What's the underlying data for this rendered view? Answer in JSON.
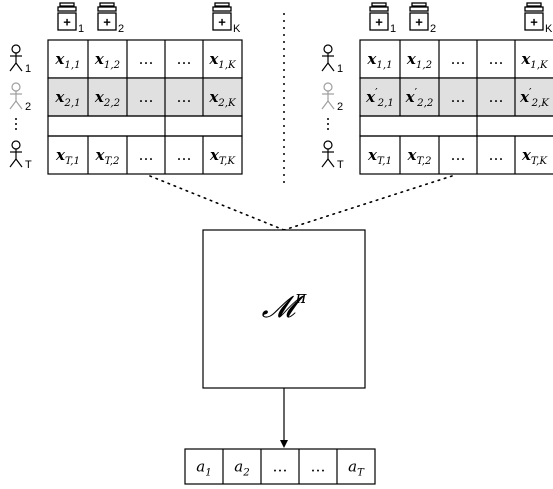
{
  "colors": {
    "line": "#000000",
    "highlight_fill": "#e0e0e0",
    "dimmed_person": "#9e9e9e"
  },
  "left_table": {
    "arms": [
      {
        "icon": "pill-bottle-icon",
        "sub": "1"
      },
      {
        "icon": "pill-bottle-icon",
        "sub": "2"
      },
      {
        "icon": "pill-bottle-icon",
        "sub": "K"
      }
    ],
    "people": [
      {
        "icon": "person-icon",
        "sub": "1",
        "dimmed": false
      },
      {
        "icon": "person-icon",
        "sub": "2",
        "dimmed": true
      },
      {
        "icon": "person-icon",
        "sub": "T",
        "dimmed": false
      }
    ],
    "rows": [
      {
        "highlight": false,
        "cells": [
          {
            "b": "x",
            "s": "1,1",
            "p": false
          },
          {
            "b": "x",
            "s": "1,2",
            "p": false
          },
          {
            "b": "…"
          },
          {
            "b": "…"
          },
          {
            "b": "x",
            "s": "1,K",
            "p": false
          }
        ]
      },
      {
        "highlight": true,
        "cells": [
          {
            "b": "x",
            "s": "2,1",
            "p": false
          },
          {
            "b": "x",
            "s": "2,2",
            "p": false
          },
          {
            "b": "…"
          },
          {
            "b": "…"
          },
          {
            "b": "x",
            "s": "2,K",
            "p": false
          }
        ]
      },
      {
        "highlight": false,
        "blank": true,
        "cells": []
      },
      {
        "highlight": false,
        "cells": [
          {
            "b": "x",
            "s": "T,1",
            "p": false
          },
          {
            "b": "x",
            "s": "T,2",
            "p": false
          },
          {
            "b": "…"
          },
          {
            "b": "…"
          },
          {
            "b": "x",
            "s": "T,K",
            "p": false
          }
        ]
      }
    ]
  },
  "right_table": {
    "arms": [
      {
        "icon": "pill-bottle-icon",
        "sub": "1"
      },
      {
        "icon": "pill-bottle-icon",
        "sub": "2"
      },
      {
        "icon": "pill-bottle-icon",
        "sub": "K"
      }
    ],
    "people": [
      {
        "icon": "person-icon",
        "sub": "1",
        "dimmed": false
      },
      {
        "icon": "person-icon",
        "sub": "2",
        "dimmed": true
      },
      {
        "icon": "person-icon",
        "sub": "T",
        "dimmed": false
      }
    ],
    "rows": [
      {
        "highlight": false,
        "cells": [
          {
            "b": "x",
            "s": "1,1",
            "p": false
          },
          {
            "b": "x",
            "s": "1,2",
            "p": false
          },
          {
            "b": "…"
          },
          {
            "b": "…"
          },
          {
            "b": "x",
            "s": "1,K",
            "p": false
          }
        ]
      },
      {
        "highlight": true,
        "cells": [
          {
            "b": "x",
            "s": "2,1",
            "p": true
          },
          {
            "b": "x",
            "s": "2,2",
            "p": true
          },
          {
            "b": "…"
          },
          {
            "b": "…"
          },
          {
            "b": "x",
            "s": "2,K",
            "p": true
          }
        ]
      },
      {
        "highlight": false,
        "blank": true,
        "cells": []
      },
      {
        "highlight": false,
        "cells": [
          {
            "b": "x",
            "s": "T,1",
            "p": false
          },
          {
            "b": "x",
            "s": "T,2",
            "p": false
          },
          {
            "b": "…"
          },
          {
            "b": "…"
          },
          {
            "b": "x",
            "s": "T,K",
            "p": false
          }
        ]
      }
    ]
  },
  "mechanism": {
    "symbol": "𝓜",
    "sup": "π"
  },
  "output": [
    {
      "b": "a",
      "s": "1"
    },
    {
      "b": "a",
      "s": "2"
    },
    {
      "b": "…"
    },
    {
      "b": "…"
    },
    {
      "b": "a",
      "s": "T"
    }
  ]
}
